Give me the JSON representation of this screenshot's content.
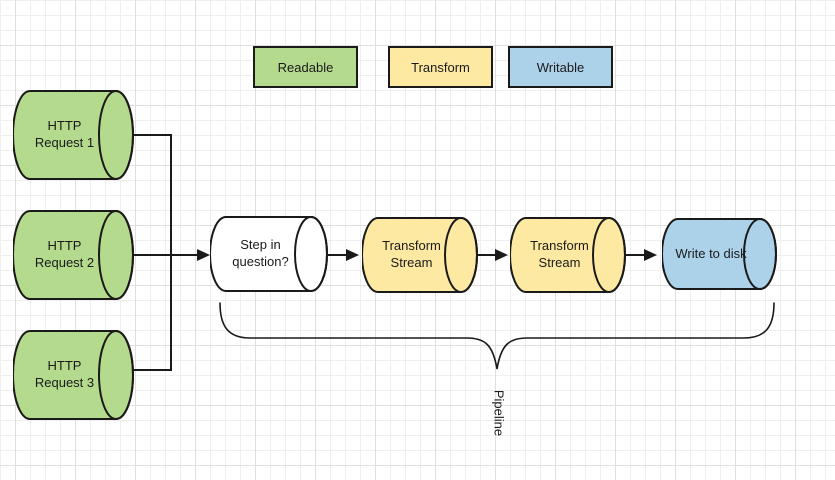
{
  "legend": {
    "items": [
      {
        "label": "Readable",
        "color": "#b4db8d"
      },
      {
        "label": "Transform",
        "color": "#fee9a2"
      },
      {
        "label": "Writable",
        "color": "#acd2ea"
      }
    ]
  },
  "nodes": {
    "http1": {
      "line1": "HTTP",
      "line2": "Request 1",
      "type": "readable"
    },
    "http2": {
      "line1": "HTTP",
      "line2": "Request 2",
      "type": "readable"
    },
    "http3": {
      "line1": "HTTP",
      "line2": "Request 3",
      "type": "readable"
    },
    "step": {
      "line1": "Step in",
      "line2": "question?",
      "type": "unlabeled"
    },
    "t1": {
      "line1": "Transform",
      "line2": "Stream",
      "type": "transform"
    },
    "t2": {
      "line1": "Transform",
      "line2": "Stream",
      "type": "transform"
    },
    "write": {
      "line1": "Write to disk",
      "type": "writable"
    }
  },
  "brace": {
    "label": "Pipeline"
  },
  "colors": {
    "readable_fill": "#b4db8d",
    "transform_fill": "#fee9a2",
    "writable_fill": "#acd2ea",
    "step_fill": "#ffffff",
    "stroke": "#1a1a1a",
    "grid_minor": "#efefef",
    "grid_major": "#dfdfdf"
  }
}
